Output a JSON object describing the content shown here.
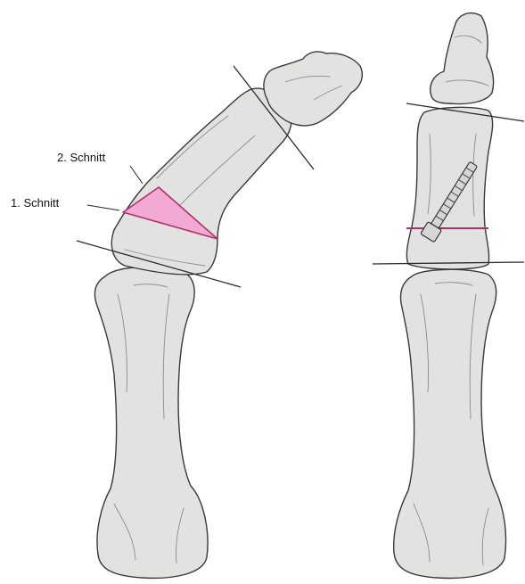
{
  "labels": {
    "cut_two": "2. Schnitt",
    "cut_one": "1. Schnitt"
  },
  "colors": {
    "bone_fill": "#e2e2e0",
    "outline": "#3a3a3a",
    "wedge_fill": "#f2a9d2",
    "cut_line": "#b0306a"
  },
  "views": [
    {
      "name": "before-correction",
      "wedge_removed": true
    },
    {
      "name": "after-correction",
      "screw_fixation": true
    }
  ]
}
